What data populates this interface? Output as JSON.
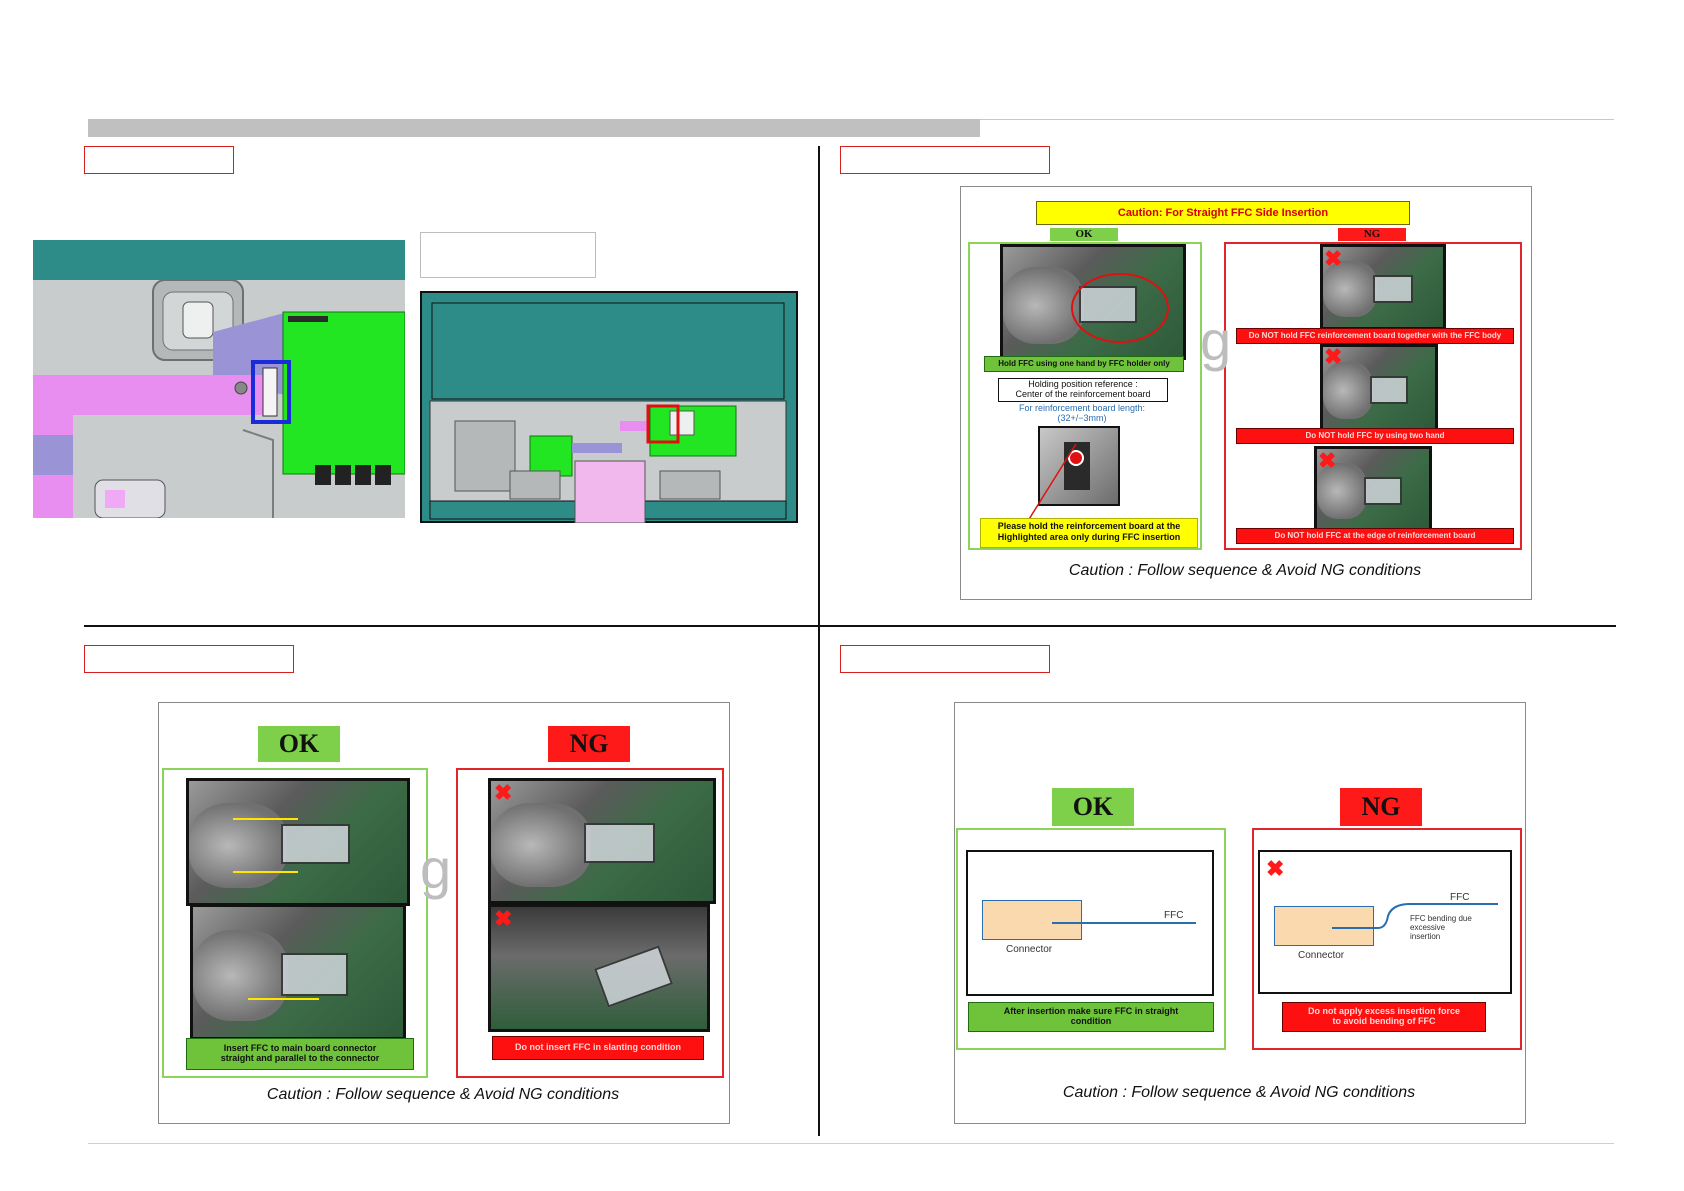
{
  "sections": {
    "top_left_label": "",
    "top_right_label": "",
    "bottom_left_label": "",
    "bottom_right_label": ""
  },
  "q2": {
    "title": "Caution: For Straight FFC Side Insertion",
    "ok": "OK",
    "ng": "NG",
    "ok_instruction": "Hold FFC using one hand by FFC holder only",
    "ref_line1": "Holding position reference :",
    "ref_line2": "Center of the reinforcement board",
    "len_line1": "For reinforcement board length:",
    "len_line2": "(32+/−3mm)",
    "yellow_note_line1": "Please hold the reinforcement board at the",
    "yellow_note_line2": "Highlighted area only during FFC insertion",
    "ng1": "Do NOT hold FFC reinforcement board together with the FFC body",
    "ng2": "Do NOT hold FFC by using two hand",
    "ng3": "Do NOT hold FFC at the edge of reinforcement board",
    "caption": "Caution : Follow sequence & Avoid NG conditions"
  },
  "q3": {
    "ok": "OK",
    "ng": "NG",
    "ok_line1": "Insert FFC to main board connector",
    "ok_line2": "straight and parallel to the connector",
    "ng_text": "Do not insert FFC in slanting condition",
    "caption": "Caution : Follow sequence & Avoid NG conditions"
  },
  "q4": {
    "ok": "OK",
    "ng": "NG",
    "ffc": "FFC",
    "connector": "Connector",
    "ng_note_line1": "FFC bending due excessive",
    "ng_note_line2": "insertion",
    "ok_line1": "After insertion make sure FFC in straight",
    "ok_line2": "condition",
    "ng_line1": "Do not apply excess insertion force",
    "ng_line2": "to avoid bending of FFC",
    "caption": "Caution : Follow sequence & Avoid NG conditions"
  },
  "watermark": "g",
  "colors": {
    "ok_green": "#7ed04b",
    "ng_red": "#ff1a1a",
    "board_green": "#22e622",
    "ffc_pink": "#e88ef0",
    "panel_teal": "#2e8c88",
    "yellow": "#ffff00"
  }
}
